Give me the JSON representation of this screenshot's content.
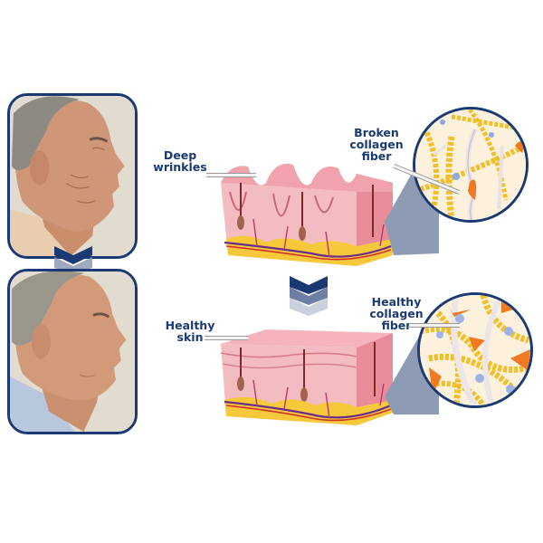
{
  "figure": {
    "title": "Skin collagen before and after comparison",
    "colors": {
      "frame_navy": "#1b3a73",
      "chevron_mid": "#6d7fa5",
      "chevron_light": "#c9d0de",
      "label_text": "#1b3a73",
      "skin_pink": "#f2a9ad",
      "fat_yellow": "#f6c93a",
      "collagen_yellow": "#f1c028",
      "fibroblast_orange": "#f07a22",
      "circle_bg": "#fbf1dc",
      "cone_gray": "#8d9bb4"
    }
  },
  "before": {
    "photo_alt": "Older man profile with deep wrinkles",
    "skin_label_line1": "Deep",
    "skin_label_line2": "wrinkles",
    "fiber_label_line1": "Broken",
    "fiber_label_line2": "collagen",
    "fiber_label_line3": "fiber"
  },
  "after": {
    "photo_alt": "Older man profile with smoother skin",
    "skin_label_line1": "Healthy",
    "skin_label_line2": "skin",
    "fiber_label_line1": "Healthy",
    "fiber_label_line2": "collagen",
    "fiber_label_line3": "fiber"
  },
  "transitions": {
    "photo_arrow": "chevron-down",
    "diagram_arrow": "chevron-down"
  }
}
